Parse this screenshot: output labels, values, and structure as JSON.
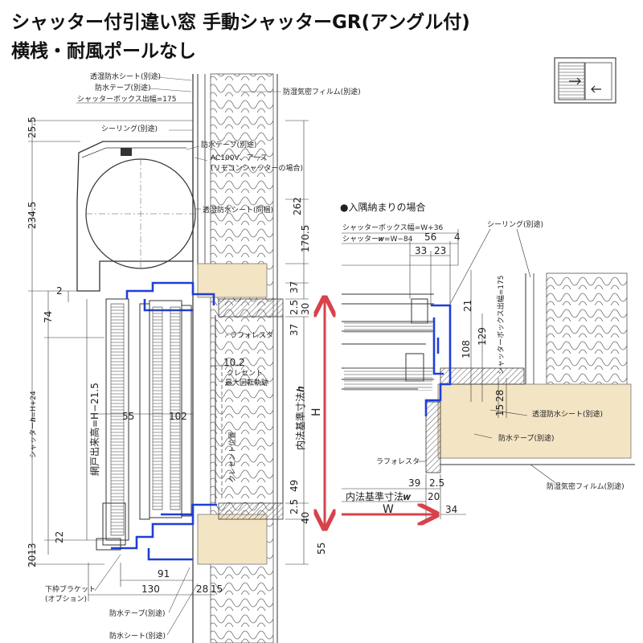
{
  "title": {
    "line1": "シャッター付引違い窓 手動シャッターGR(アングル付)",
    "line2": "横桟・耐風ポールなし"
  },
  "left_labels": {
    "l1": "透湿防水シート(別途)",
    "l2": "防水テープ(別途)",
    "l3": "シャッターボックス出幅=175",
    "l4": "シーリング(別途)",
    "l5": "防湿気密フィルム(別途)",
    "l6": "防水テープ(別途)",
    "l7a": "AC100V、アース",
    "l7b": "(リモコンシャッターの場合)",
    "l8": "透湿防水シート(同梱)",
    "l9": "ラフォレスタ",
    "l10": "10.2",
    "l11a": "クレセント",
    "l11b": "最大回転軌跡",
    "l12": "クレセント位置",
    "l13a": "下枠ブラケット",
    "l13b": "(オプション)",
    "l14": "防水テープ(別途)",
    "l15": "防水シート(別途)"
  },
  "left_dims": {
    "d25_5": "25.5",
    "d234_5": "234.5",
    "d262": "262",
    "d170_5": "170.5",
    "d2": "2",
    "d74": "74",
    "d37a": "37",
    "d2_5a": "2.5",
    "d30": "30",
    "d37b": "37",
    "v_shutter": "シャッター𝒉=H+24",
    "v_door": "網戸出来高=H−21.5",
    "d55a": "55",
    "d102": "102",
    "v_inner": "内法基準寸法𝒉",
    "H": "H",
    "d49": "49",
    "d2_5b": "2.5",
    "d40": "40",
    "d55b": "55",
    "d22": "22",
    "d2013": "2013",
    "d91": "91",
    "d130": "130",
    "d28": "28",
    "d15": "15"
  },
  "right": {
    "heading": "●入隅納まりの場合",
    "box_width": "シャッターボックス幅=W+36",
    "shutter_w": "シャッター𝒘=W−84",
    "d56": "56",
    "d4": "4",
    "d33": "33",
    "d23": "23",
    "sealing": "シーリング(別途)",
    "box_out": "シャッターボックス出幅=175",
    "d21": "21",
    "d108": "108",
    "d129": "129",
    "d15": "15",
    "d28": "28",
    "moisture": "透湿防水シート(別途)",
    "tape": "防水テープ(別途)",
    "laforesta": "ラフォレスタ",
    "d39": "39",
    "d2_5": "2.5",
    "inner_w": "内法基準寸法𝒘",
    "d20": "20",
    "W": "W",
    "d34": "34",
    "film": "防湿気密フィルム(別途)"
  },
  "colors": {
    "frame_blue": "#1f3fd6",
    "arrow_red": "#d8424a",
    "wood_fill": "#f3e4c4",
    "line": "#333333"
  }
}
